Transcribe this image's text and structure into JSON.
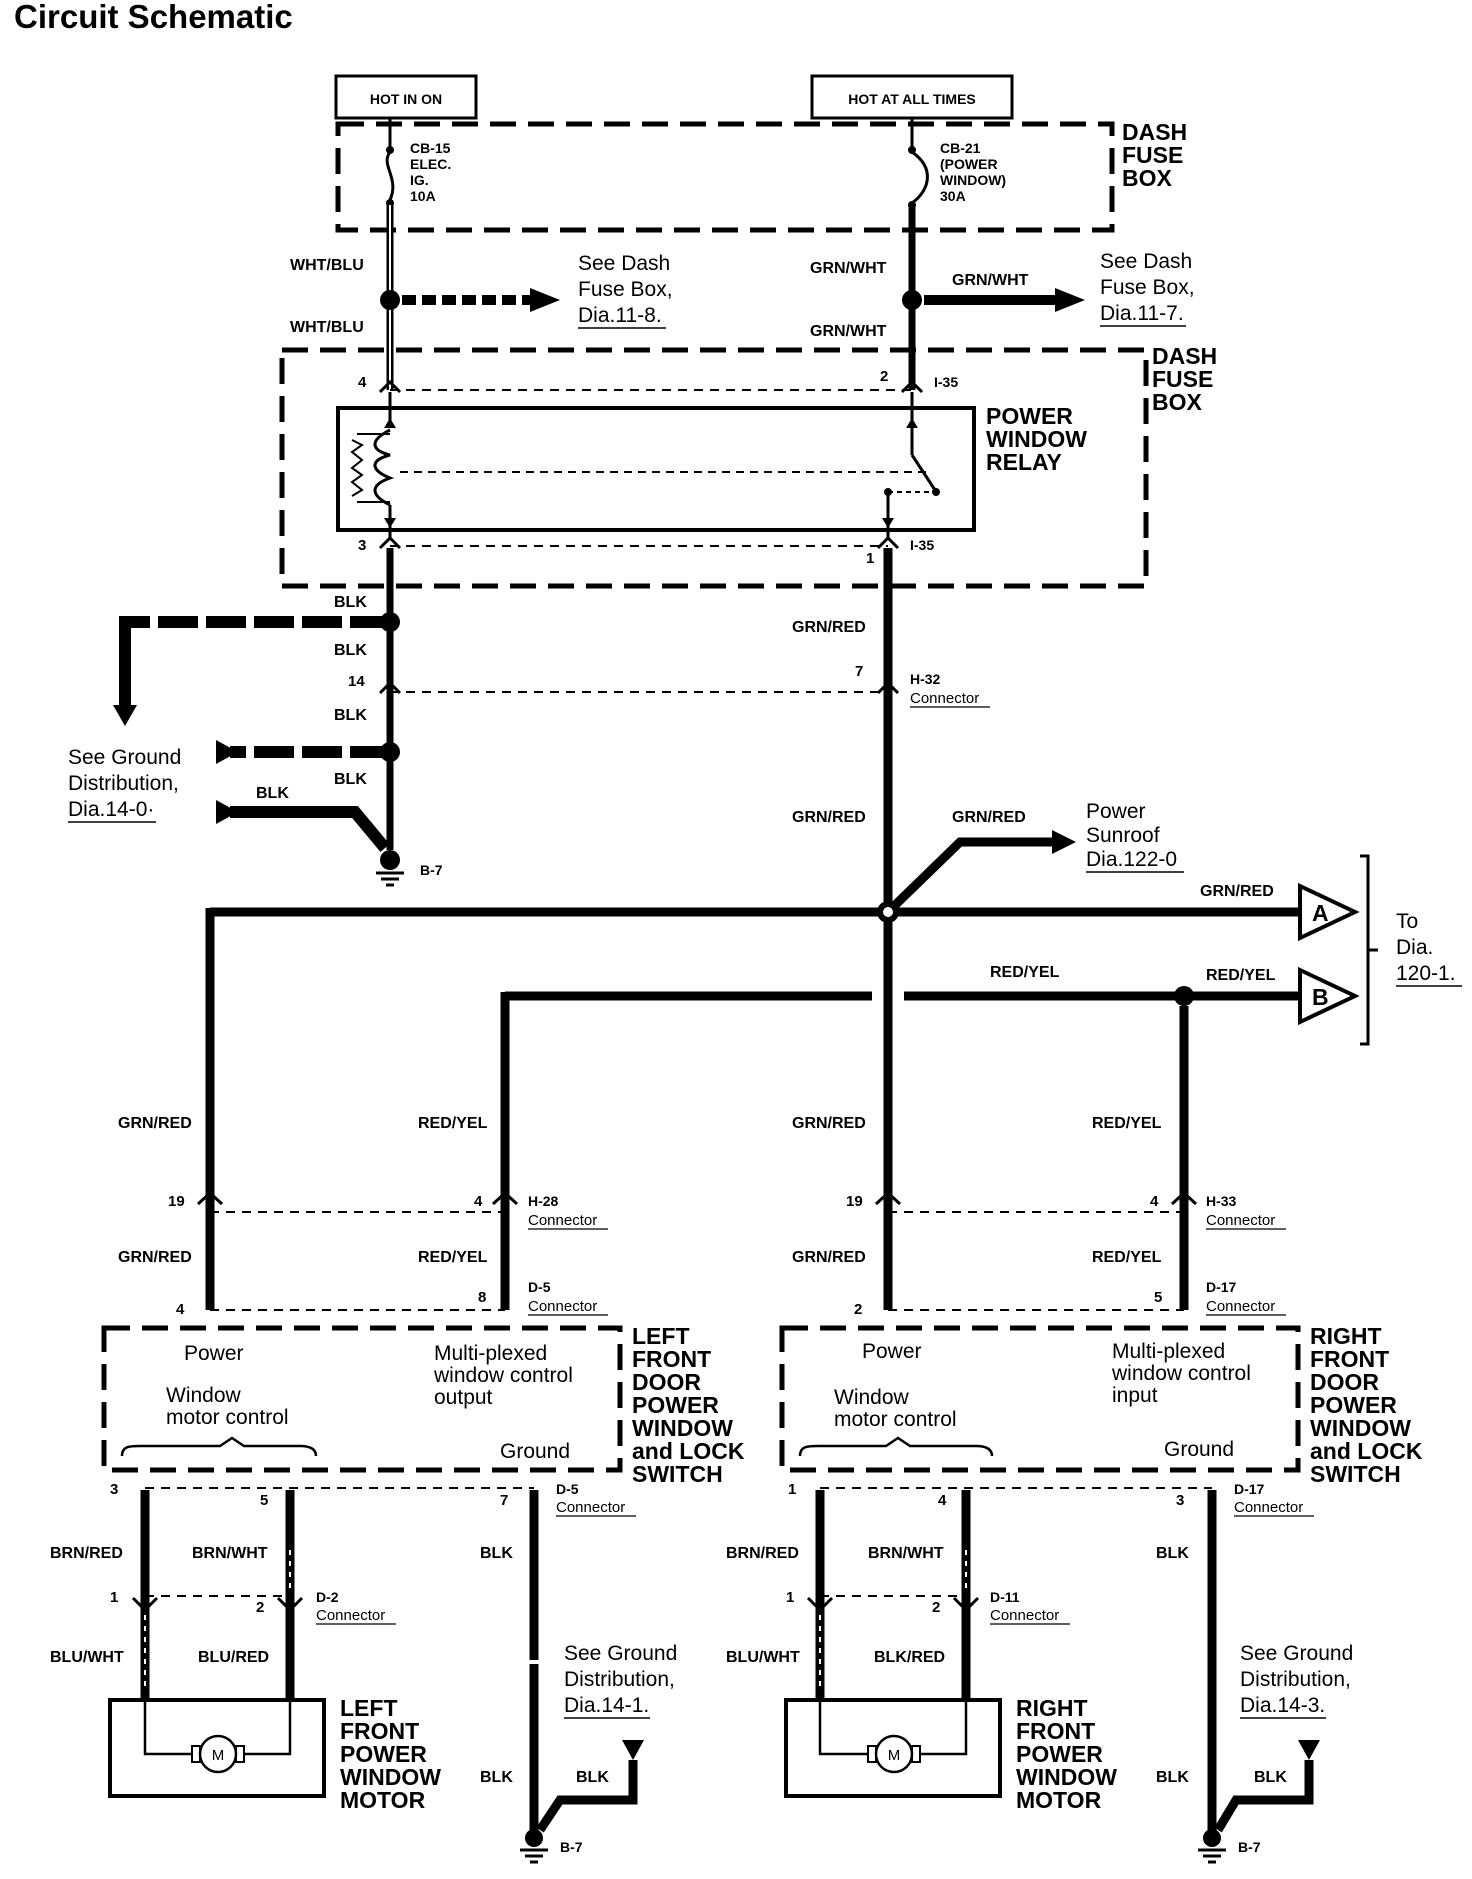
{
  "title": "Circuit Schematic",
  "sources": {
    "hot_in_on": "HOT IN ON",
    "hot_at_all_times": "HOT AT ALL TIMES"
  },
  "dash_fuse_box": [
    "DASH",
    "FUSE",
    "BOX"
  ],
  "fuses": {
    "cb15": [
      "CB-15",
      "ELEC.",
      "IG.",
      "10A"
    ],
    "cb21": [
      "CB-21",
      "(POWER",
      "WINDOW)",
      "30A"
    ]
  },
  "relay": [
    "POWER",
    "WINDOW",
    "RELAY"
  ],
  "wires": {
    "wht_blu": "WHT/BLU",
    "grn_wht": "GRN/WHT",
    "grn_red": "GRN/RED",
    "blk": "BLK",
    "red_yel": "RED/YEL",
    "brn_red": "BRN/RED",
    "brn_wht": "BRN/WHT",
    "blu_wht": "BLU/WHT",
    "blu_red": "BLU/RED",
    "blk_red": "BLK/RED"
  },
  "refs": {
    "fuse_11_8": [
      "See Dash",
      "Fuse Box,",
      "Dia.11-8."
    ],
    "fuse_11_7": [
      "See Dash",
      "Fuse Box,",
      "Dia.11-7."
    ],
    "ground_14_0": [
      "See Ground",
      "Distribution,",
      "Dia.14-0·"
    ],
    "sunroof": [
      "Power",
      "Sunroof",
      "Dia.122-0"
    ],
    "to_120": [
      "To",
      "Dia.",
      "120-1."
    ],
    "ground_14_1": [
      "See Ground",
      "Distribution,",
      "Dia.14-1."
    ],
    "ground_14_3": [
      "See Ground",
      "Distribution,",
      "Dia.14-3."
    ]
  },
  "connectors": {
    "i35": "I-35",
    "h32": "H-32",
    "h28": "H-28",
    "h33": "H-33",
    "d5": "D-5",
    "d17": "D-17",
    "d2": "D-2",
    "d11": "D-11",
    "b7": "B-7",
    "connector_word": "Connector"
  },
  "pins": {
    "p1": "1",
    "p2": "2",
    "p3": "3",
    "p4": "4",
    "p5": "5",
    "p7": "7",
    "p8": "8",
    "p14": "14",
    "p19": "19"
  },
  "arrows": {
    "a": "A",
    "b": "B"
  },
  "switch_left": {
    "name": [
      "LEFT",
      "FRONT",
      "DOOR",
      "POWER",
      "WINDOW",
      "and LOCK",
      "SWITCH"
    ],
    "power": "Power",
    "motor_control": [
      "Window",
      "motor control"
    ],
    "multiplex": [
      "Multi-plexed",
      "window control",
      "output"
    ],
    "ground": "Ground"
  },
  "switch_right": {
    "name": [
      "RIGHT",
      "FRONT",
      "DOOR",
      "POWER",
      "WINDOW",
      "and LOCK",
      "SWITCH"
    ],
    "power": "Power",
    "motor_control": [
      "Window",
      "motor control"
    ],
    "multiplex": [
      "Multi-plexed",
      "window control",
      "input"
    ],
    "ground": "Ground"
  },
  "motor_left": [
    "LEFT",
    "FRONT",
    "POWER",
    "WINDOW",
    "MOTOR"
  ],
  "motor_right": [
    "RIGHT",
    "FRONT",
    "POWER",
    "WINDOW",
    "MOTOR"
  ],
  "motor_symbol": "M"
}
